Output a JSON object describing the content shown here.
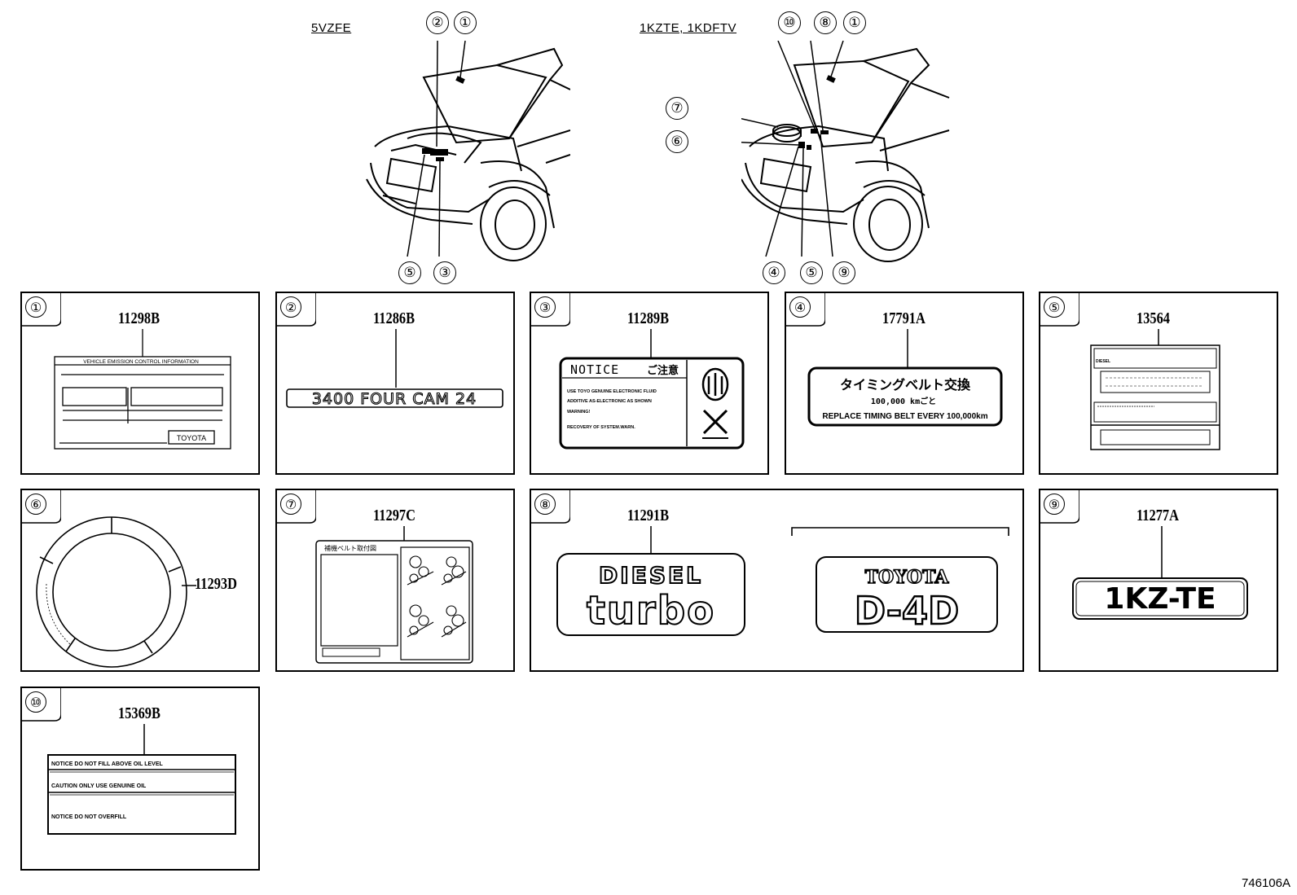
{
  "engines": [
    {
      "label": "5VZFE",
      "callouts": [
        "②",
        "①",
        "⑤",
        "③"
      ]
    },
    {
      "label": "1KZTE, 1KDFTV",
      "callouts": [
        "⑩",
        "⑧",
        "①",
        "⑦",
        "⑥",
        "④",
        "⑤",
        "⑨"
      ]
    }
  ],
  "panels": [
    {
      "num": "①",
      "part": "11298B",
      "label_text": {
        "header": "VEHICLE EMISSION CONTROL INFORMATION",
        "brand": "TOYOTA"
      }
    },
    {
      "num": "②",
      "part": "11286B",
      "label_text": {
        "emblem": "3400 FOUR CAM 24"
      }
    },
    {
      "num": "③",
      "part": "11289B",
      "label_text": {
        "title": "NOTICE",
        "title_jp": "ご注意",
        "lines": [
          "USE TOYO GENUINE ELECTRONIC FLUID",
          "ADDITIVE AS-ELECTRONIC AS SHOWN",
          "WARNING!",
          "RECOVERY OF SYSTEM.WARN."
        ]
      }
    },
    {
      "num": "④",
      "part": "17791A",
      "label_text": {
        "jp": "タイミングベルト交換",
        "km": "100,000 kmごと",
        "en": "REPLACE TIMING BELT EVERY 100,000km"
      }
    },
    {
      "num": "⑤",
      "part": "13564",
      "label_text": {
        "tag": "DIESEL"
      }
    },
    {
      "num": "⑥",
      "part": "11293D"
    },
    {
      "num": "⑦",
      "part": "11297C",
      "label_text": {
        "jp": "補機ベルト取付図"
      }
    },
    {
      "num": "⑧",
      "part": "11291B",
      "label_text": {
        "line1": "DIESEL",
        "line2": "turbo",
        "brand": "TOYOTA",
        "d4d": "D-4D"
      }
    },
    {
      "num": "⑨",
      "part": "11277A",
      "label_text": {
        "emblem": "1KZ-TE"
      }
    },
    {
      "num": "⑩",
      "part": "15369B",
      "label_text": {
        "rows": [
          "NOTICE DO NOT FILL ABOVE OIL LEVEL",
          "CAUTION ONLY USE GENUINE OIL",
          "NOTICE DO NOT OVERFILL"
        ]
      }
    }
  ],
  "figure_code": "746106A"
}
